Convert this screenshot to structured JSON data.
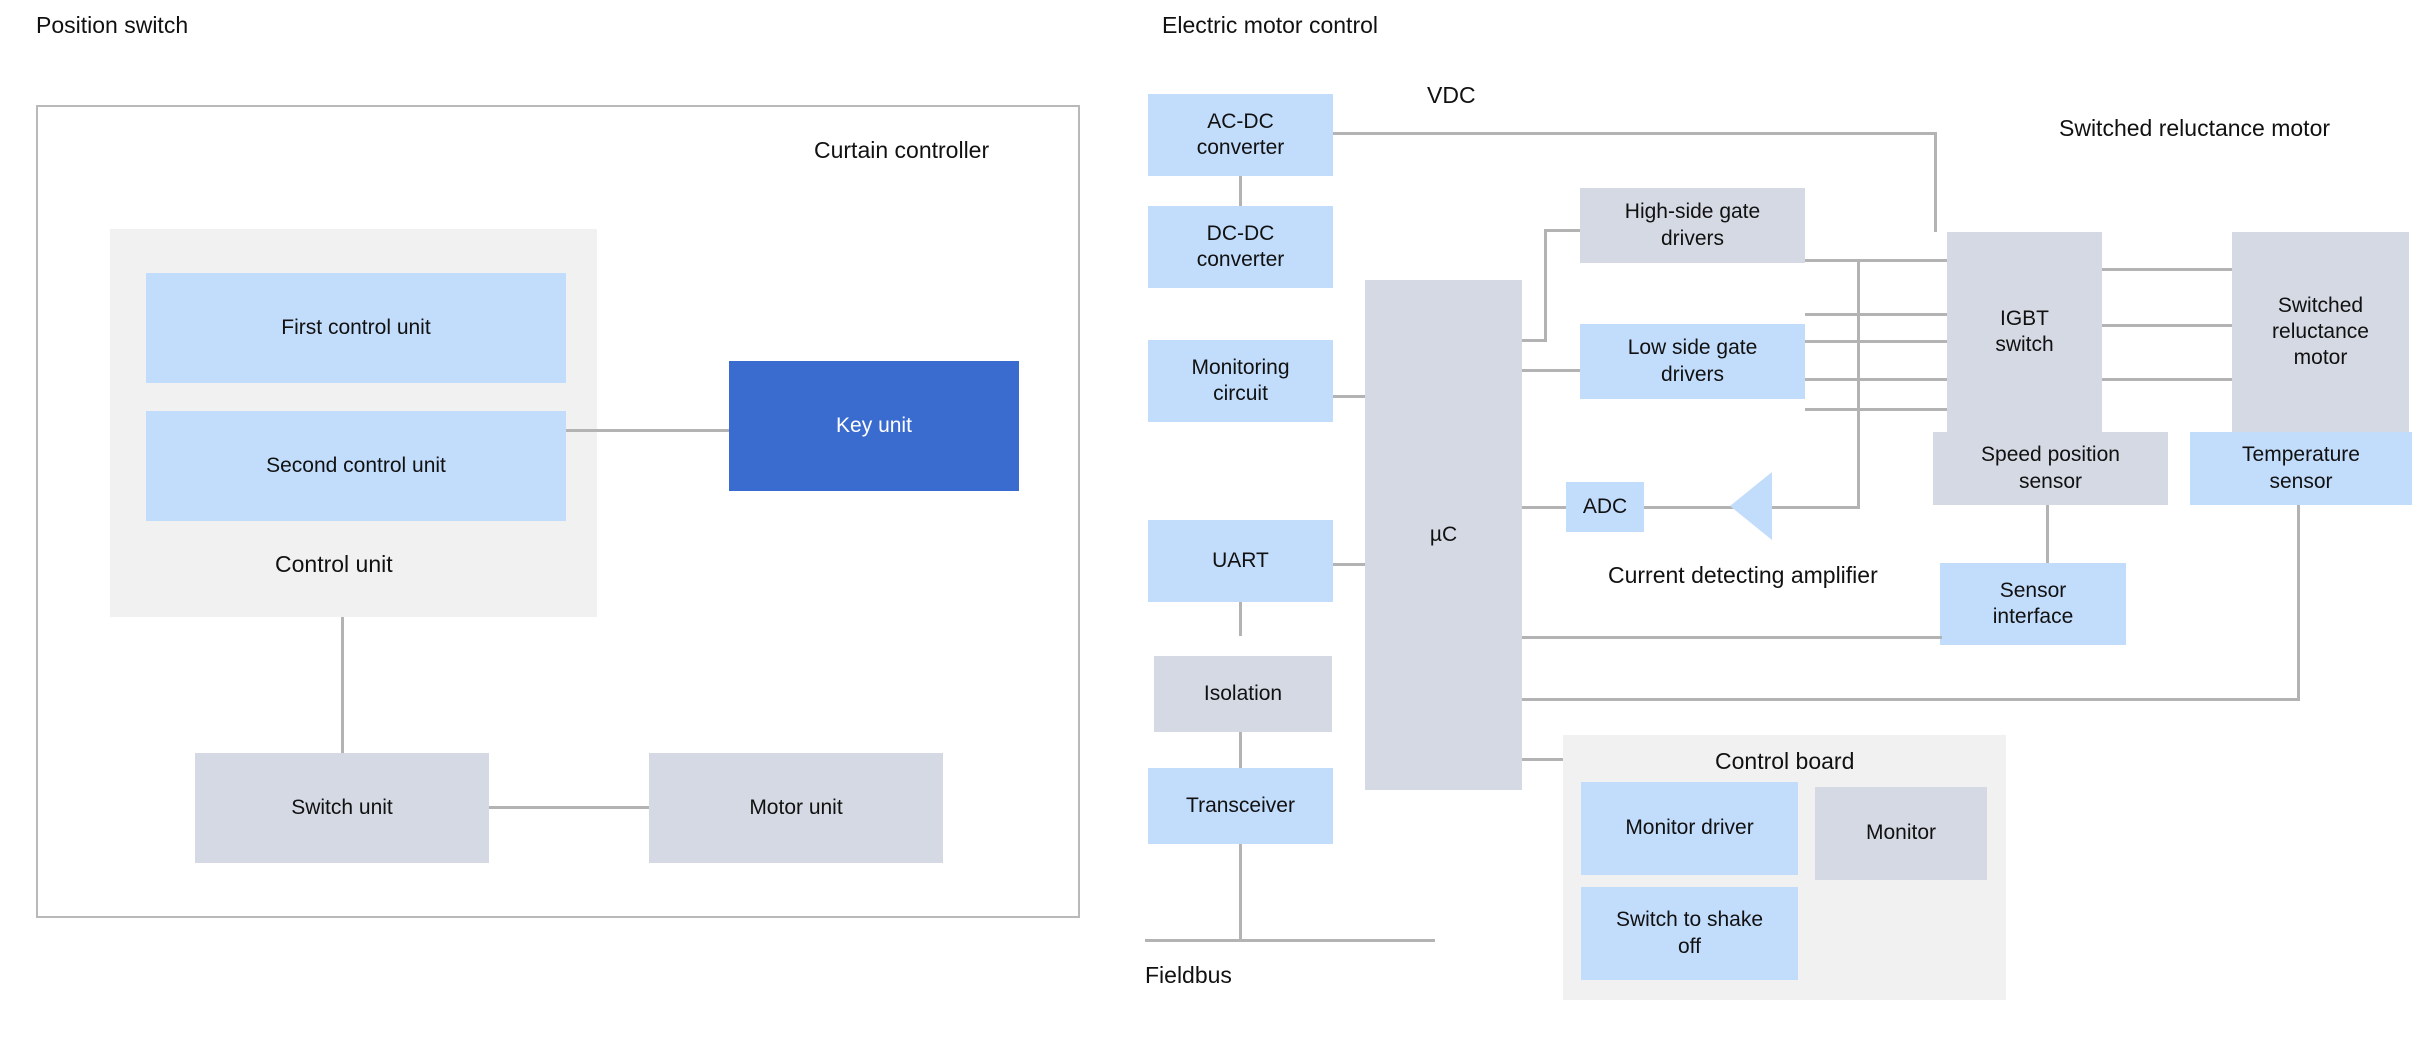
{
  "diagram": {
    "sections": [
      {
        "id": "position-switch",
        "title": "Position switch"
      },
      {
        "id": "electric-motor-control",
        "title": "Electric motor control"
      }
    ],
    "left": {
      "container_label": "Curtain controller",
      "control_unit_label": "Control unit",
      "blocks": {
        "first_control_unit": "First control unit",
        "second_control_unit": "Second control unit",
        "key_unit": "Key unit",
        "switch_unit": "Switch unit",
        "motor_unit": "Motor unit"
      }
    },
    "right": {
      "labels": {
        "vdc": "VDC",
        "switched_reluctance_motor_group": "Switched reluctance motor",
        "current_detecting_amplifier": "Current detecting amplifier",
        "control_board": "Control board",
        "fieldbus": "Fieldbus"
      },
      "blocks": {
        "ac_dc_converter": "AC-DC\nconverter",
        "dc_dc_converter": "DC-DC\nconverter",
        "monitoring_circuit": "Monitoring\ncircuit",
        "uart": "UART",
        "isolation": "Isolation",
        "transceiver": "Transceiver",
        "mcu": "µC",
        "high_side_gate_drivers": "High-side gate\ndrivers",
        "low_side_gate_drivers": "Low side gate\ndrivers",
        "igbt_switch": "IGBT\nswitch",
        "switched_reluctance_motor": "Switched\nreluctance\nmotor",
        "adc": "ADC",
        "speed_position_sensor": "Speed  position\nsensor",
        "temperature_sensor": "Temperature\nsensor",
        "sensor_interface": "Sensor\ninterface",
        "monitor_driver": "Monitor driver",
        "monitor": "Monitor",
        "switch_to_shake_off": "Switch to shake\noff"
      }
    },
    "colors": {
      "accent_blue": "#c2dcfb",
      "strong_blue": "#3a6cd0",
      "gray_block": "#d5d9e3",
      "panel_gray": "#f1f1f1",
      "line_gray": "#b3b3b3",
      "border_gray": "#b9b9b9"
    }
  }
}
